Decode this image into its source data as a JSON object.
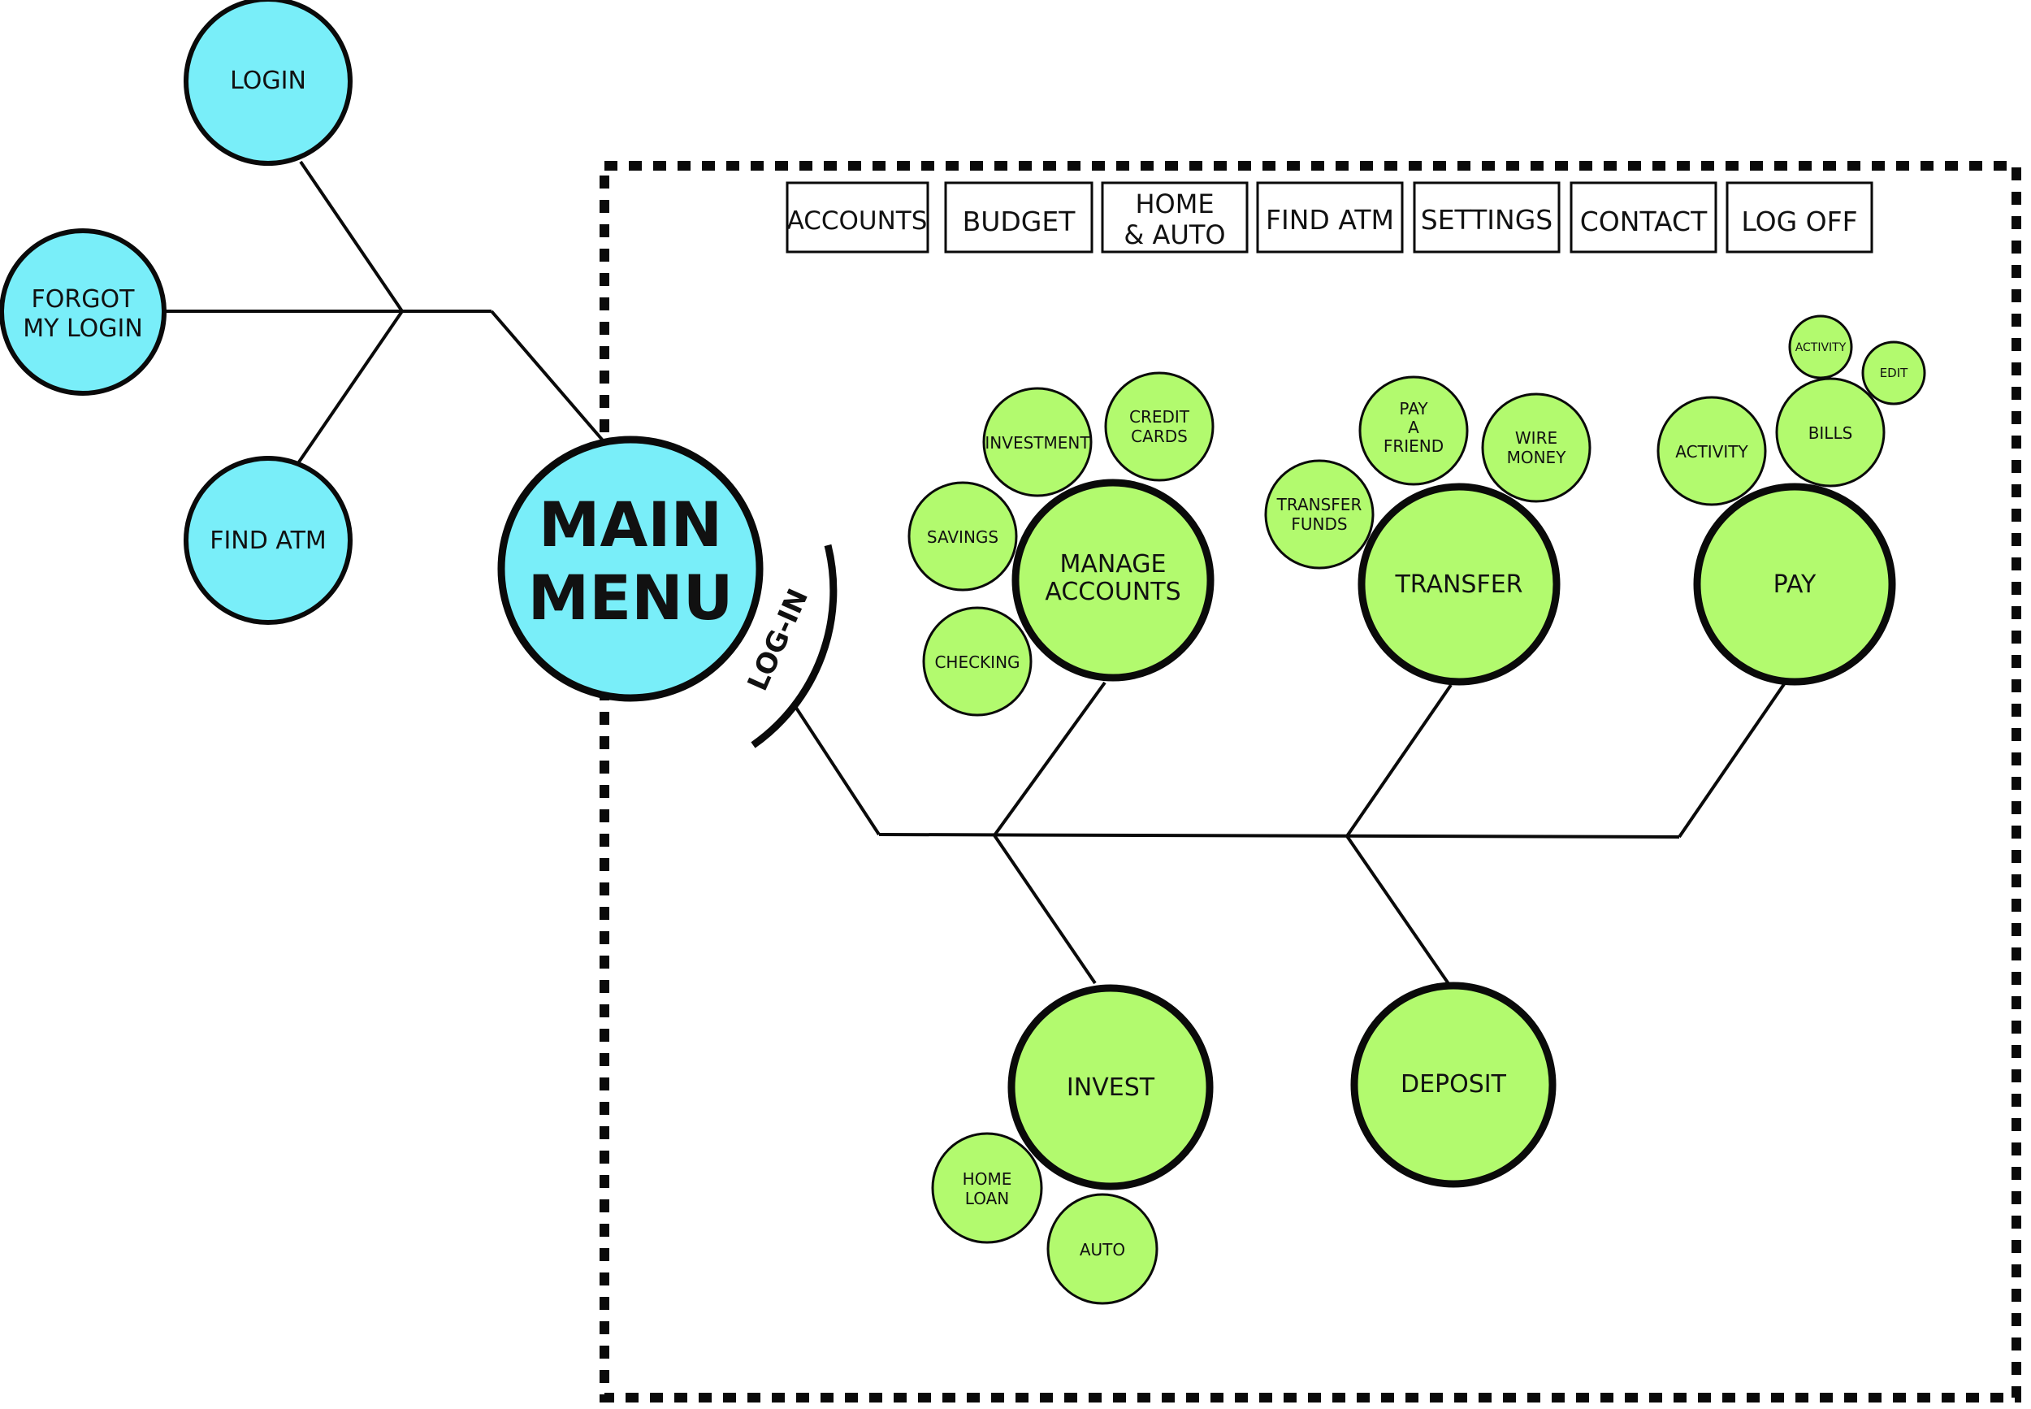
{
  "colors": {
    "public_node": "#79eef9",
    "account_node": "#b2fa6e",
    "stroke": "#0a0a0a"
  },
  "main_menu": {
    "label_line1": "MAIN",
    "label_line2": "MENU"
  },
  "public_nodes": {
    "login": "LOGIN",
    "forgot_line1": "FORGOT",
    "forgot_line2": "MY LOGIN",
    "find_atm": "FIND ATM"
  },
  "login_gate": "LOG-IN",
  "nav_tabs": [
    "ACCOUNTS",
    "BUDGET",
    "HOME",
    "& AUTO",
    "FIND ATM",
    "SETTINGS",
    "CONTACT",
    "LOG OFF"
  ],
  "sections": {
    "manage_accounts": {
      "line1": "MANAGE",
      "line2": "ACCOUNTS",
      "children": {
        "investment": "INVESTMENT",
        "credit_line1": "CREDIT",
        "credit_line2": "CARDS",
        "savings": "SAVINGS",
        "checking": "CHECKING"
      }
    },
    "transfer": {
      "label": "TRANSFER",
      "children": {
        "pay_line1": "PAY",
        "pay_line2": "A",
        "pay_line3": "FRIEND",
        "wire_line1": "WIRE",
        "wire_line2": "MONEY",
        "funds_line1": "TRANSFER",
        "funds_line2": "FUNDS"
      }
    },
    "pay": {
      "label": "PAY",
      "children": {
        "activity": "ACTIVITY",
        "bills": "BILLS",
        "bills_activity": "ACTIVITY",
        "bills_edit": "EDIT"
      }
    },
    "invest": {
      "label": "INVEST",
      "children": {
        "home_line1": "HOME",
        "home_line2": "LOAN",
        "auto": "AUTO"
      }
    },
    "deposit": {
      "label": "DEPOSIT"
    }
  }
}
